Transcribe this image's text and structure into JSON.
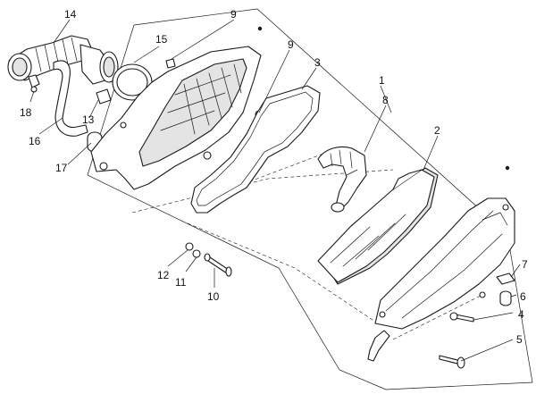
{
  "callouts": {
    "c1": "1",
    "c2": "2",
    "c3": "3",
    "c4": "4",
    "c5": "5",
    "c6": "6",
    "c7": "7",
    "c8": "8",
    "c9a": "9",
    "c9b": "9",
    "c10": "10",
    "c11": "11",
    "c12": "12",
    "c13": "13",
    "c14": "14",
    "c15": "15",
    "c16": "16",
    "c17": "17",
    "c18": "18"
  },
  "colors": {
    "line": "#1a1a1a",
    "shade": "#e4e4e4",
    "background": "#ffffff"
  }
}
